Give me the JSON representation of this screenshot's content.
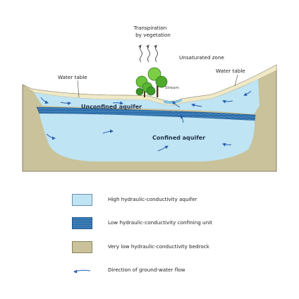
{
  "labels": {
    "transpiration": [
      "Transpiration",
      "by vegetation"
    ],
    "unsaturated_zone": "Unsaturated zone",
    "water_table_left": "Water table",
    "water_table_right": "Water table",
    "stream": "Stream",
    "unconfined_aquifer": "Unconfined aquifer",
    "confined_aquifer": "Confined aquifer"
  },
  "legend": [
    {
      "label": "High hydraulic-conductivity aquifer",
      "swatch": "aquifer",
      "color": "#bfe4f4"
    },
    {
      "label": "Low hydraulic-conductivity confining unit",
      "swatch": "confining",
      "color": "#2e6ea6"
    },
    {
      "label": "Very low hydraulic-conductivity bedrock",
      "swatch": "bedrock",
      "color": "#c9c29a"
    },
    {
      "label": "Direction of ground-water flow",
      "swatch": "arrow",
      "color": "#2a5fb0"
    }
  ],
  "colors": {
    "aquifer": "#bfe4f4",
    "confining": "#2e6ea6",
    "bedrock": "#c9c29a",
    "unsaturated": "#efe9c8",
    "flow_arrow": "#2a5fb0",
    "tree_green": "#5fbf3a"
  }
}
